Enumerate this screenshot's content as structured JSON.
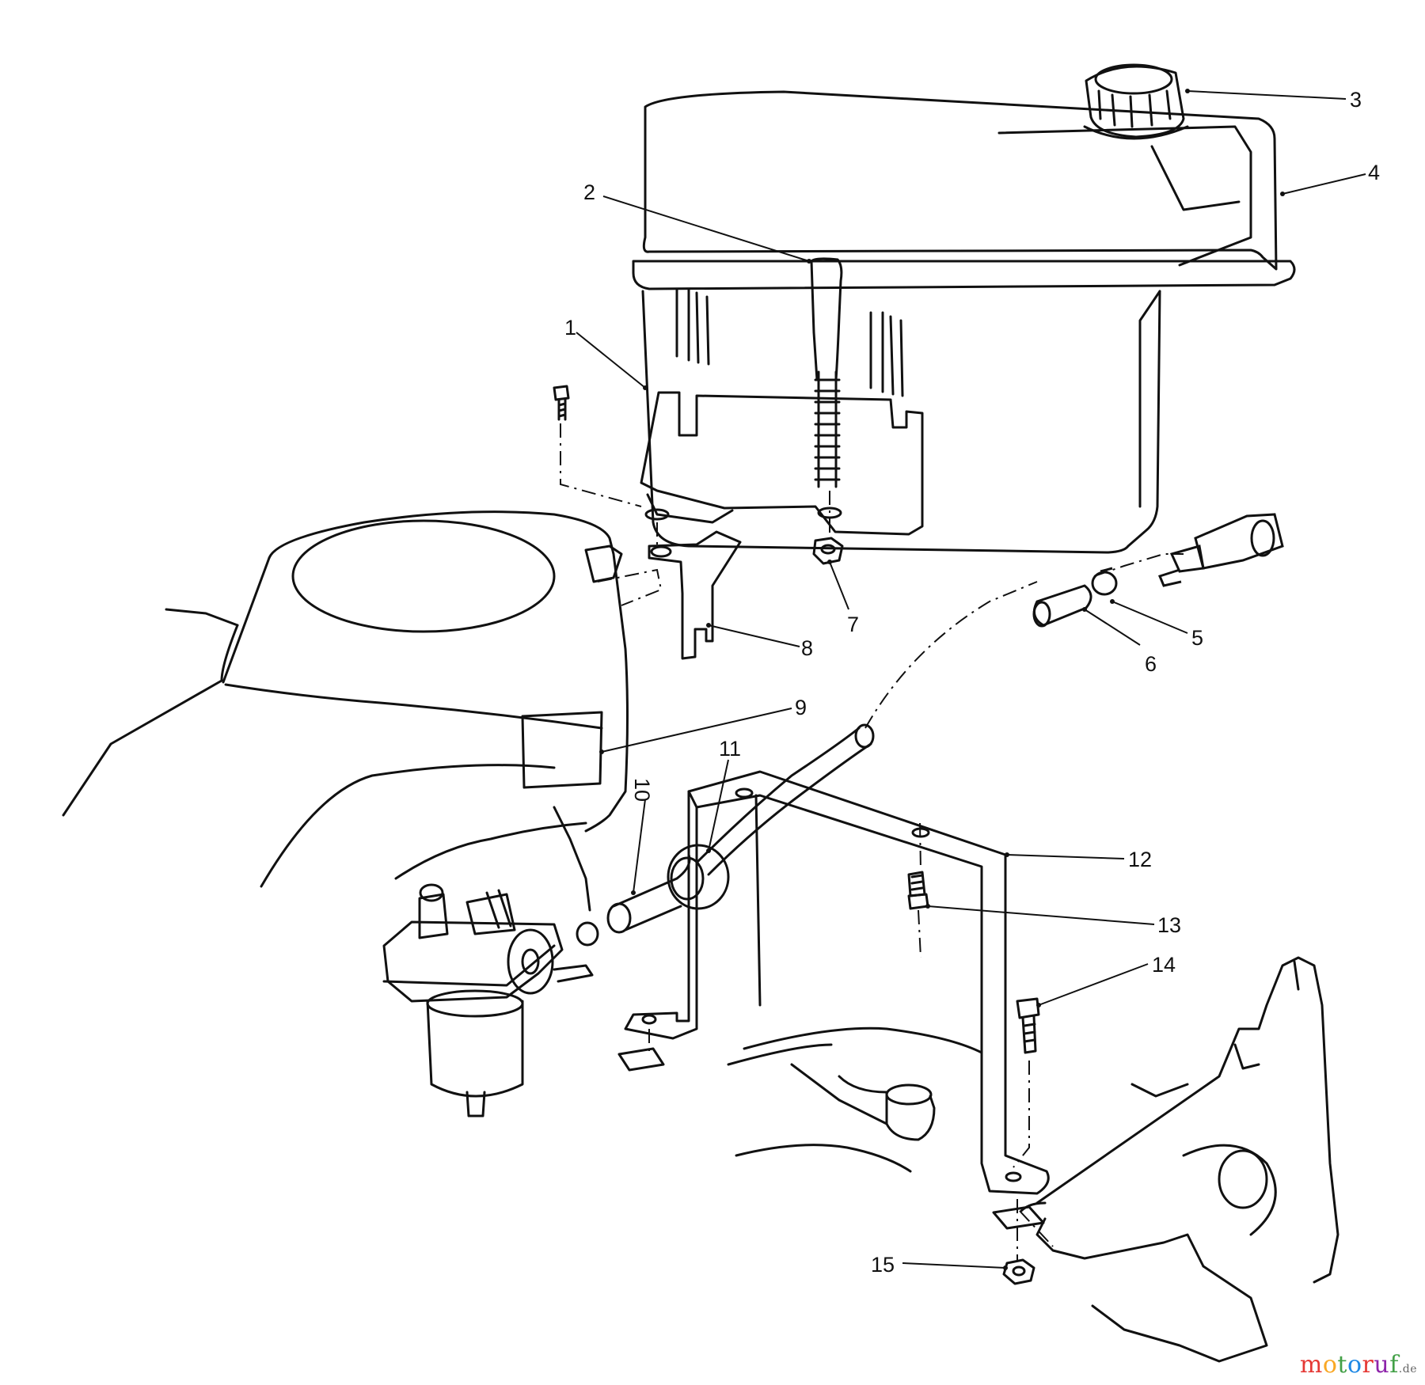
{
  "callouts": [
    "1",
    "2",
    "3",
    "4",
    "5",
    "6",
    "7",
    "8",
    "9",
    "10",
    "11",
    "12",
    "13",
    "14",
    "15"
  ],
  "watermark": {
    "letters": [
      "m",
      "o",
      "t",
      "o",
      "r",
      "u",
      "f"
    ],
    "letter_colors": [
      "#e53935",
      "#f9a825",
      "#43a047",
      "#1e88e5",
      "#e53935",
      "#8e24aa",
      "#43a047"
    ],
    "tld": ".de"
  }
}
